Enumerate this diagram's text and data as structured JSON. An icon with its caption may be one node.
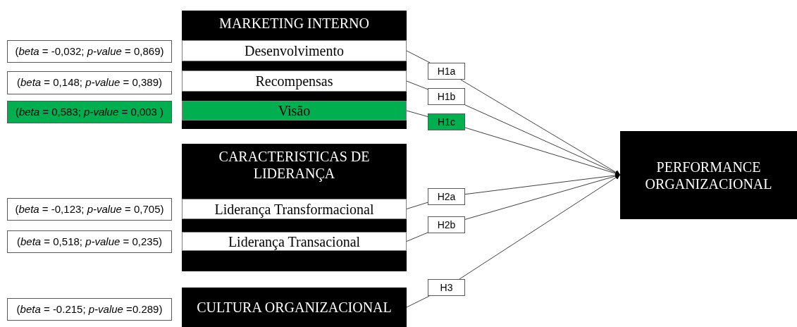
{
  "diagram": {
    "nodes": [
      {
        "text": [
          "MARKETING INTERNO"
        ]
      },
      {
        "text": [
          "Desenvolvimento"
        ],
        "in": 0
      },
      {
        "text": [
          "Recompensas"
        ],
        "in": 0
      },
      {
        "text": [
          "Visão"
        ],
        "in": 0
      },
      {
        "text": [
          "CARACTERISTICAS DE LIDERANÇA"
        ]
      },
      {
        "text": [
          "Liderança Transformacional"
        ],
        "in": 4
      },
      {
        "text": [
          "Liderança Transacional"
        ],
        "in": 4
      },
      {
        "text": [
          "CULTURA ORGANIZACIONAL"
        ]
      },
      {
        "text": [
          "H1a"
        ]
      },
      {
        "text": [
          "H1b"
        ]
      },
      {
        "text": [
          "H1c"
        ]
      },
      {
        "text": [
          "H2a"
        ]
      },
      {
        "text": [
          "H2b"
        ]
      },
      {
        "text": [
          "H3"
        ]
      },
      {
        "text": [
          "PERFORMANCE ORGANIZACIONAL"
        ]
      },
      {
        "text": [
          "(*beta* = -0,032; *p-value* = 0,869)"
        ]
      },
      {
        "text": [
          "(*beta* = 0,148; *p-value* = 0,389)"
        ]
      },
      {
        "text": [
          "(*beta* = 0,583; *p-value* = 0,003 )"
        ]
      },
      {
        "text": [
          "(*beta* = -0,123; *p-value* = 0,705)"
        ]
      },
      {
        "text": [
          "(*beta* = 0,518; *p-value* = 0,235)"
        ]
      },
      {
        "text": [
          "(*beta* = -0.215; *p-value* =0.289)"
        ]
      }
    ],
    "edges": [
      {
        "from": 1,
        "to": 8,
        "arrow": "none"
      },
      {
        "from": 8,
        "to": 14,
        "arrow": "to"
      },
      {
        "from": 2,
        "to": 9,
        "arrow": "none"
      },
      {
        "from": 9,
        "to": 14,
        "arrow": "to"
      },
      {
        "from": 3,
        "to": 10,
        "arrow": "none"
      },
      {
        "from": 10,
        "to": 14,
        "arrow": "to"
      },
      {
        "from": 5,
        "to": 11,
        "arrow": "none"
      },
      {
        "from": 11,
        "to": 14,
        "arrow": "to"
      },
      {
        "from": 6,
        "to": 12,
        "arrow": "none"
      },
      {
        "from": 12,
        "to": 14,
        "arrow": "to"
      },
      {
        "from": 7,
        "to": 13,
        "arrow": "none"
      },
      {
        "from": 13,
        "to": 14,
        "arrow": "to"
      }
    ]
  }
}
